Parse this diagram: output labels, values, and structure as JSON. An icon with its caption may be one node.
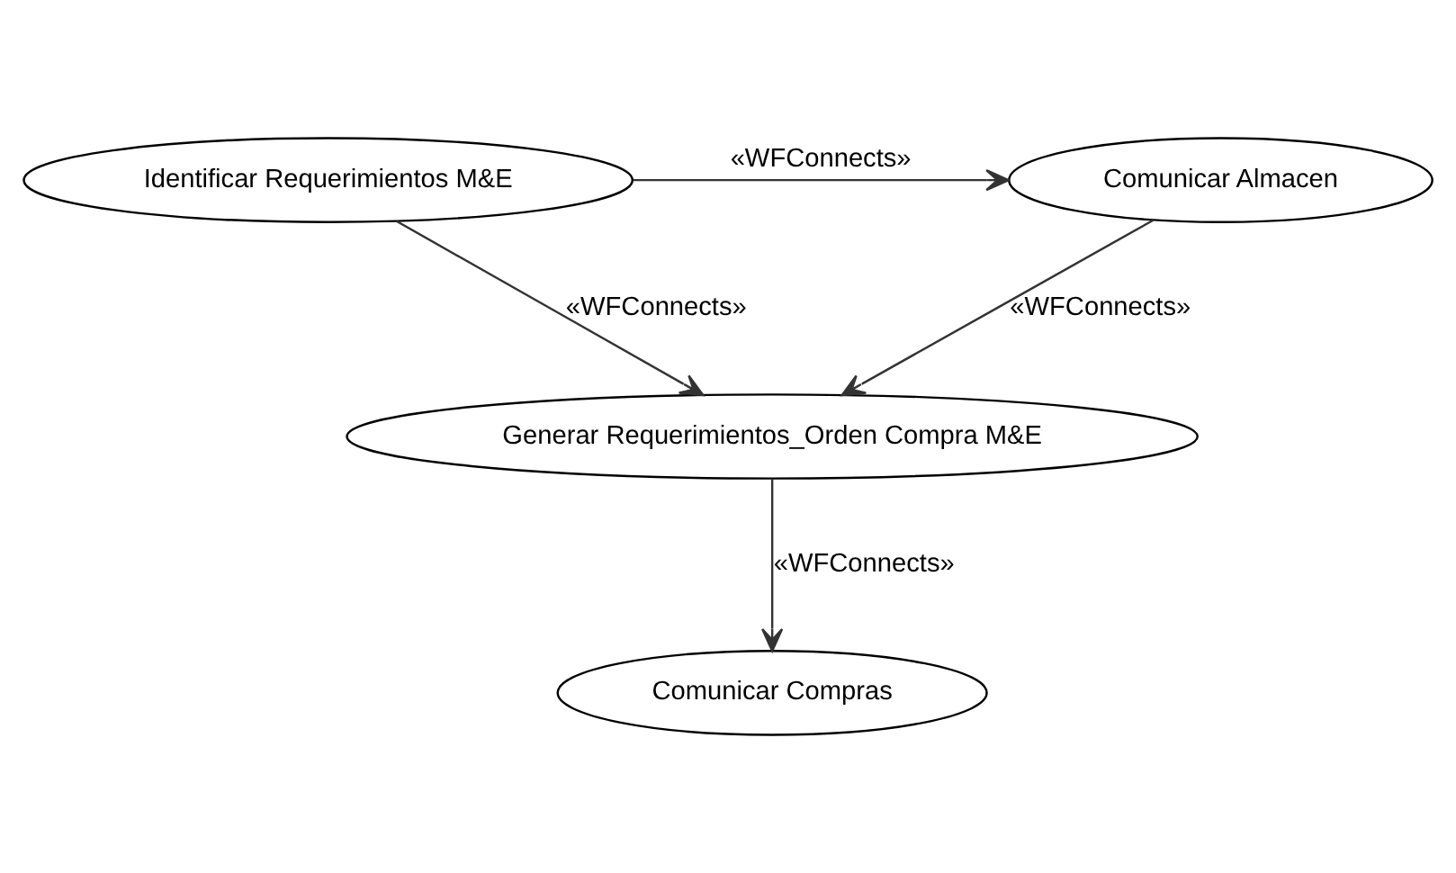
{
  "diagram": {
    "nodes": [
      {
        "text": [
          "Identificar Requerimientos M&E"
        ]
      },
      {
        "text": [
          "Comunicar Almacen"
        ]
      },
      {
        "text": [
          "Generar Requerimientos_Orden Compra M&E"
        ]
      },
      {
        "text": [
          "Comunicar Compras"
        ]
      }
    ],
    "edges": [
      {
        "from": 0,
        "to": 1,
        "arrow": "to",
        "label": "«WFConnects»"
      },
      {
        "from": 0,
        "to": 2,
        "arrow": "to",
        "label": "«WFConnects»"
      },
      {
        "from": 1,
        "to": 2,
        "arrow": "to",
        "label": "«WFConnects»"
      },
      {
        "from": 2,
        "to": 3,
        "arrow": "to",
        "label": "«WFConnects»"
      }
    ]
  }
}
